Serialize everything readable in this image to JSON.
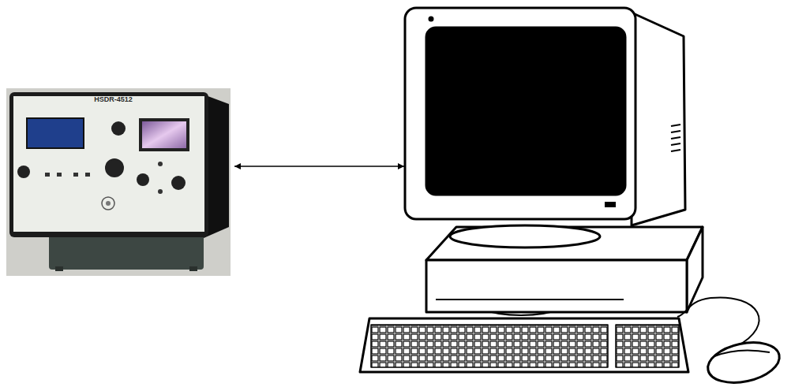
{
  "diagram": {
    "nodes": [
      {
        "text": [
          "HSDR-4512"
        ]
      },
      {
        "text": []
      }
    ],
    "edges": [
      {
        "from": 0,
        "to": 1,
        "arrow": "both"
      }
    ]
  }
}
